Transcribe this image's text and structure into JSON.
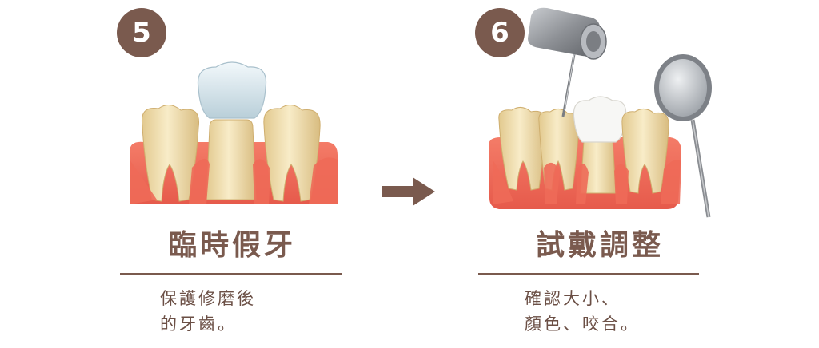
{
  "steps": [
    {
      "number": "5",
      "title": "臨時假牙",
      "description_lines": [
        "保護修磨後",
        "的牙齒。"
      ]
    },
    {
      "number": "6",
      "title": "試戴調整",
      "description_lines": [
        "確認大小、",
        "顏色、咬合。"
      ]
    }
  ],
  "colors": {
    "accent": "#7a5a4e",
    "gum": "#f06f5e",
    "tooth": "#f3e3b8",
    "crown": "#dbe8ef",
    "metal": "#8e9196"
  }
}
